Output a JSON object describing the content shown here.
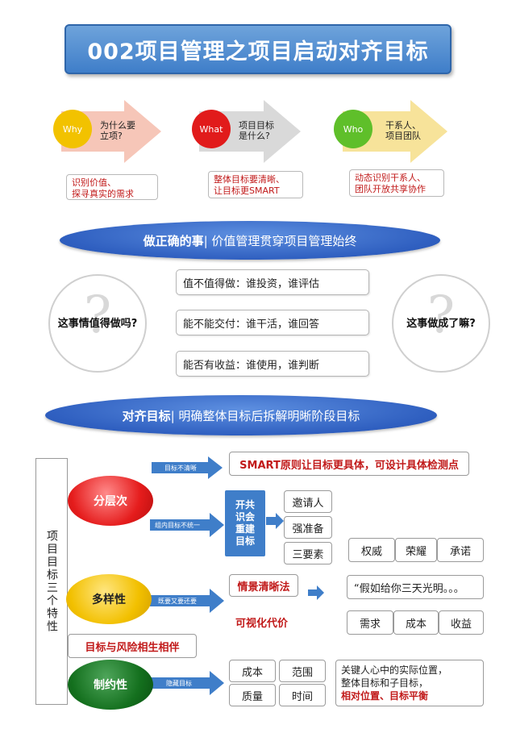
{
  "title": "002项目管理之项目启动对齐目标",
  "top": [
    {
      "circle": "Why",
      "arrow_text": "为什么要\n立项?",
      "box": "识别价值、\n探寻真实的需求",
      "circle_color": "#f2c200",
      "arrow_color": "#f6c6b8"
    },
    {
      "circle": "What",
      "arrow_text": "项目目标\n是什么?",
      "box": "整体目标要清晰、\n让目标更SMART",
      "circle_color": "#e11b1b",
      "arrow_color": "#d9d9d9"
    },
    {
      "circle": "Who",
      "arrow_text": "干系人、\n项目团队",
      "box": "动态识别干系人、\n团队开放共享协作",
      "circle_color": "#5fbf2a",
      "arrow_color": "#f7e39a"
    }
  ],
  "band1": {
    "bold": "做正确的事",
    "rest": "| 价值管理贯穿项目管理始终"
  },
  "question_left": "这事情值得做吗?",
  "question_right": "这事做成了嘛?",
  "question_items": [
    "值不值得做：谁投资，谁评估",
    "能不能交付：谁干活，谁回答",
    "能否有收益：谁使用，谁判断"
  ],
  "band2": {
    "bold": "对齐目标",
    "rest": "| 明确整体目标后拆解明晰阶段目标"
  },
  "side_label": "项目目标三个特性",
  "traits": [
    {
      "label": "分层次",
      "color": "#e51c1c",
      "text_color": "#ffffff"
    },
    {
      "label": "多样性",
      "color": "#f2c000",
      "text_color": "#222222"
    },
    {
      "label": "制约性",
      "color": "#14701e",
      "text_color": "#ffffff"
    }
  ],
  "arrows": {
    "a1": "目标不清晰",
    "a2": "组内目标不统一",
    "a3": "既要又要还要",
    "a4": "隐藏目标"
  },
  "smart_box": "SMART原则让目标更具体，可设计具体检测点",
  "consensus": "开共\n识会\n重建\n目标",
  "consensus_items": [
    "邀请人",
    "强准备",
    "三要素"
  ],
  "three_elements": [
    "权威",
    "荣耀",
    "承诺"
  ],
  "quote": "“假如给你三天光明。。。",
  "scene_clear": "情景清晰法",
  "visual_cost": "可视化代价",
  "cost_items": [
    "需求",
    "成本",
    "收益"
  ],
  "risk": "目标与风险相生相伴",
  "constraint_items": [
    "成本",
    "范围",
    "质量",
    "时间"
  ],
  "final_text": "关键人心中的实际位置，\n整体目标和子目标，",
  "final_red": "相对位置、目标平衡"
}
